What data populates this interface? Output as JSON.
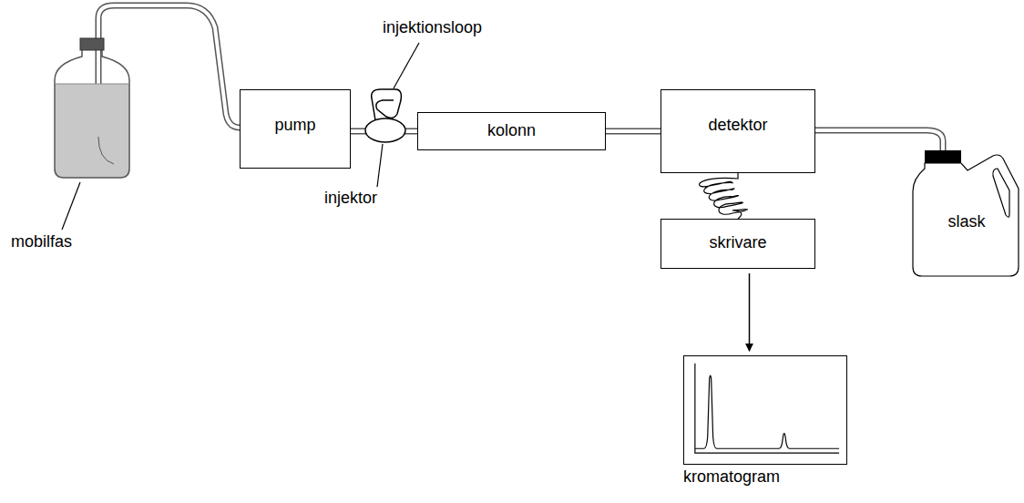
{
  "diagram": {
    "nodes": [
      {
        "text": [
          "pump"
        ]
      },
      {
        "text": [
          "kolonn"
        ]
      },
      {
        "text": [
          "detektor"
        ]
      },
      {
        "text": [
          "skrivare"
        ]
      },
      {
        "text": [
          "slask"
        ]
      },
      {
        "text": [
          "kromatogram"
        ]
      }
    ],
    "edges": [
      {
        "from": 0,
        "to": 1,
        "arrow": "none"
      },
      {
        "from": 1,
        "to": 2,
        "arrow": "none"
      },
      {
        "from": 2,
        "to": 4,
        "arrow": "none"
      },
      {
        "from": 2,
        "to": 3,
        "arrow": "none"
      },
      {
        "from": 3,
        "to": 5,
        "arrow": "to"
      }
    ],
    "labels": [
      "mobilfas",
      "injektionsloop",
      "injektor"
    ]
  }
}
